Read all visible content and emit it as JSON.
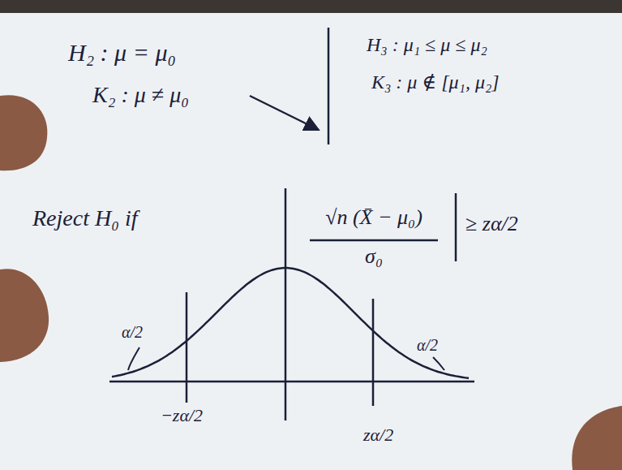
{
  "diagram": {
    "labels": [
      "H₂ : μ = μ₀",
      "K₂ : μ ≠ μ₀",
      "H₃ : μ₁ ≤ μ ≤ μ₂",
      "K₃ : μ ∉ [μ₁, μ₂]",
      "Reject H₀ if",
      "√n (X̄ − μ₀)",
      "σ₀",
      "≥ zα/2",
      "α/2",
      "α/2",
      "−zα/2",
      "zα/2"
    ]
  }
}
